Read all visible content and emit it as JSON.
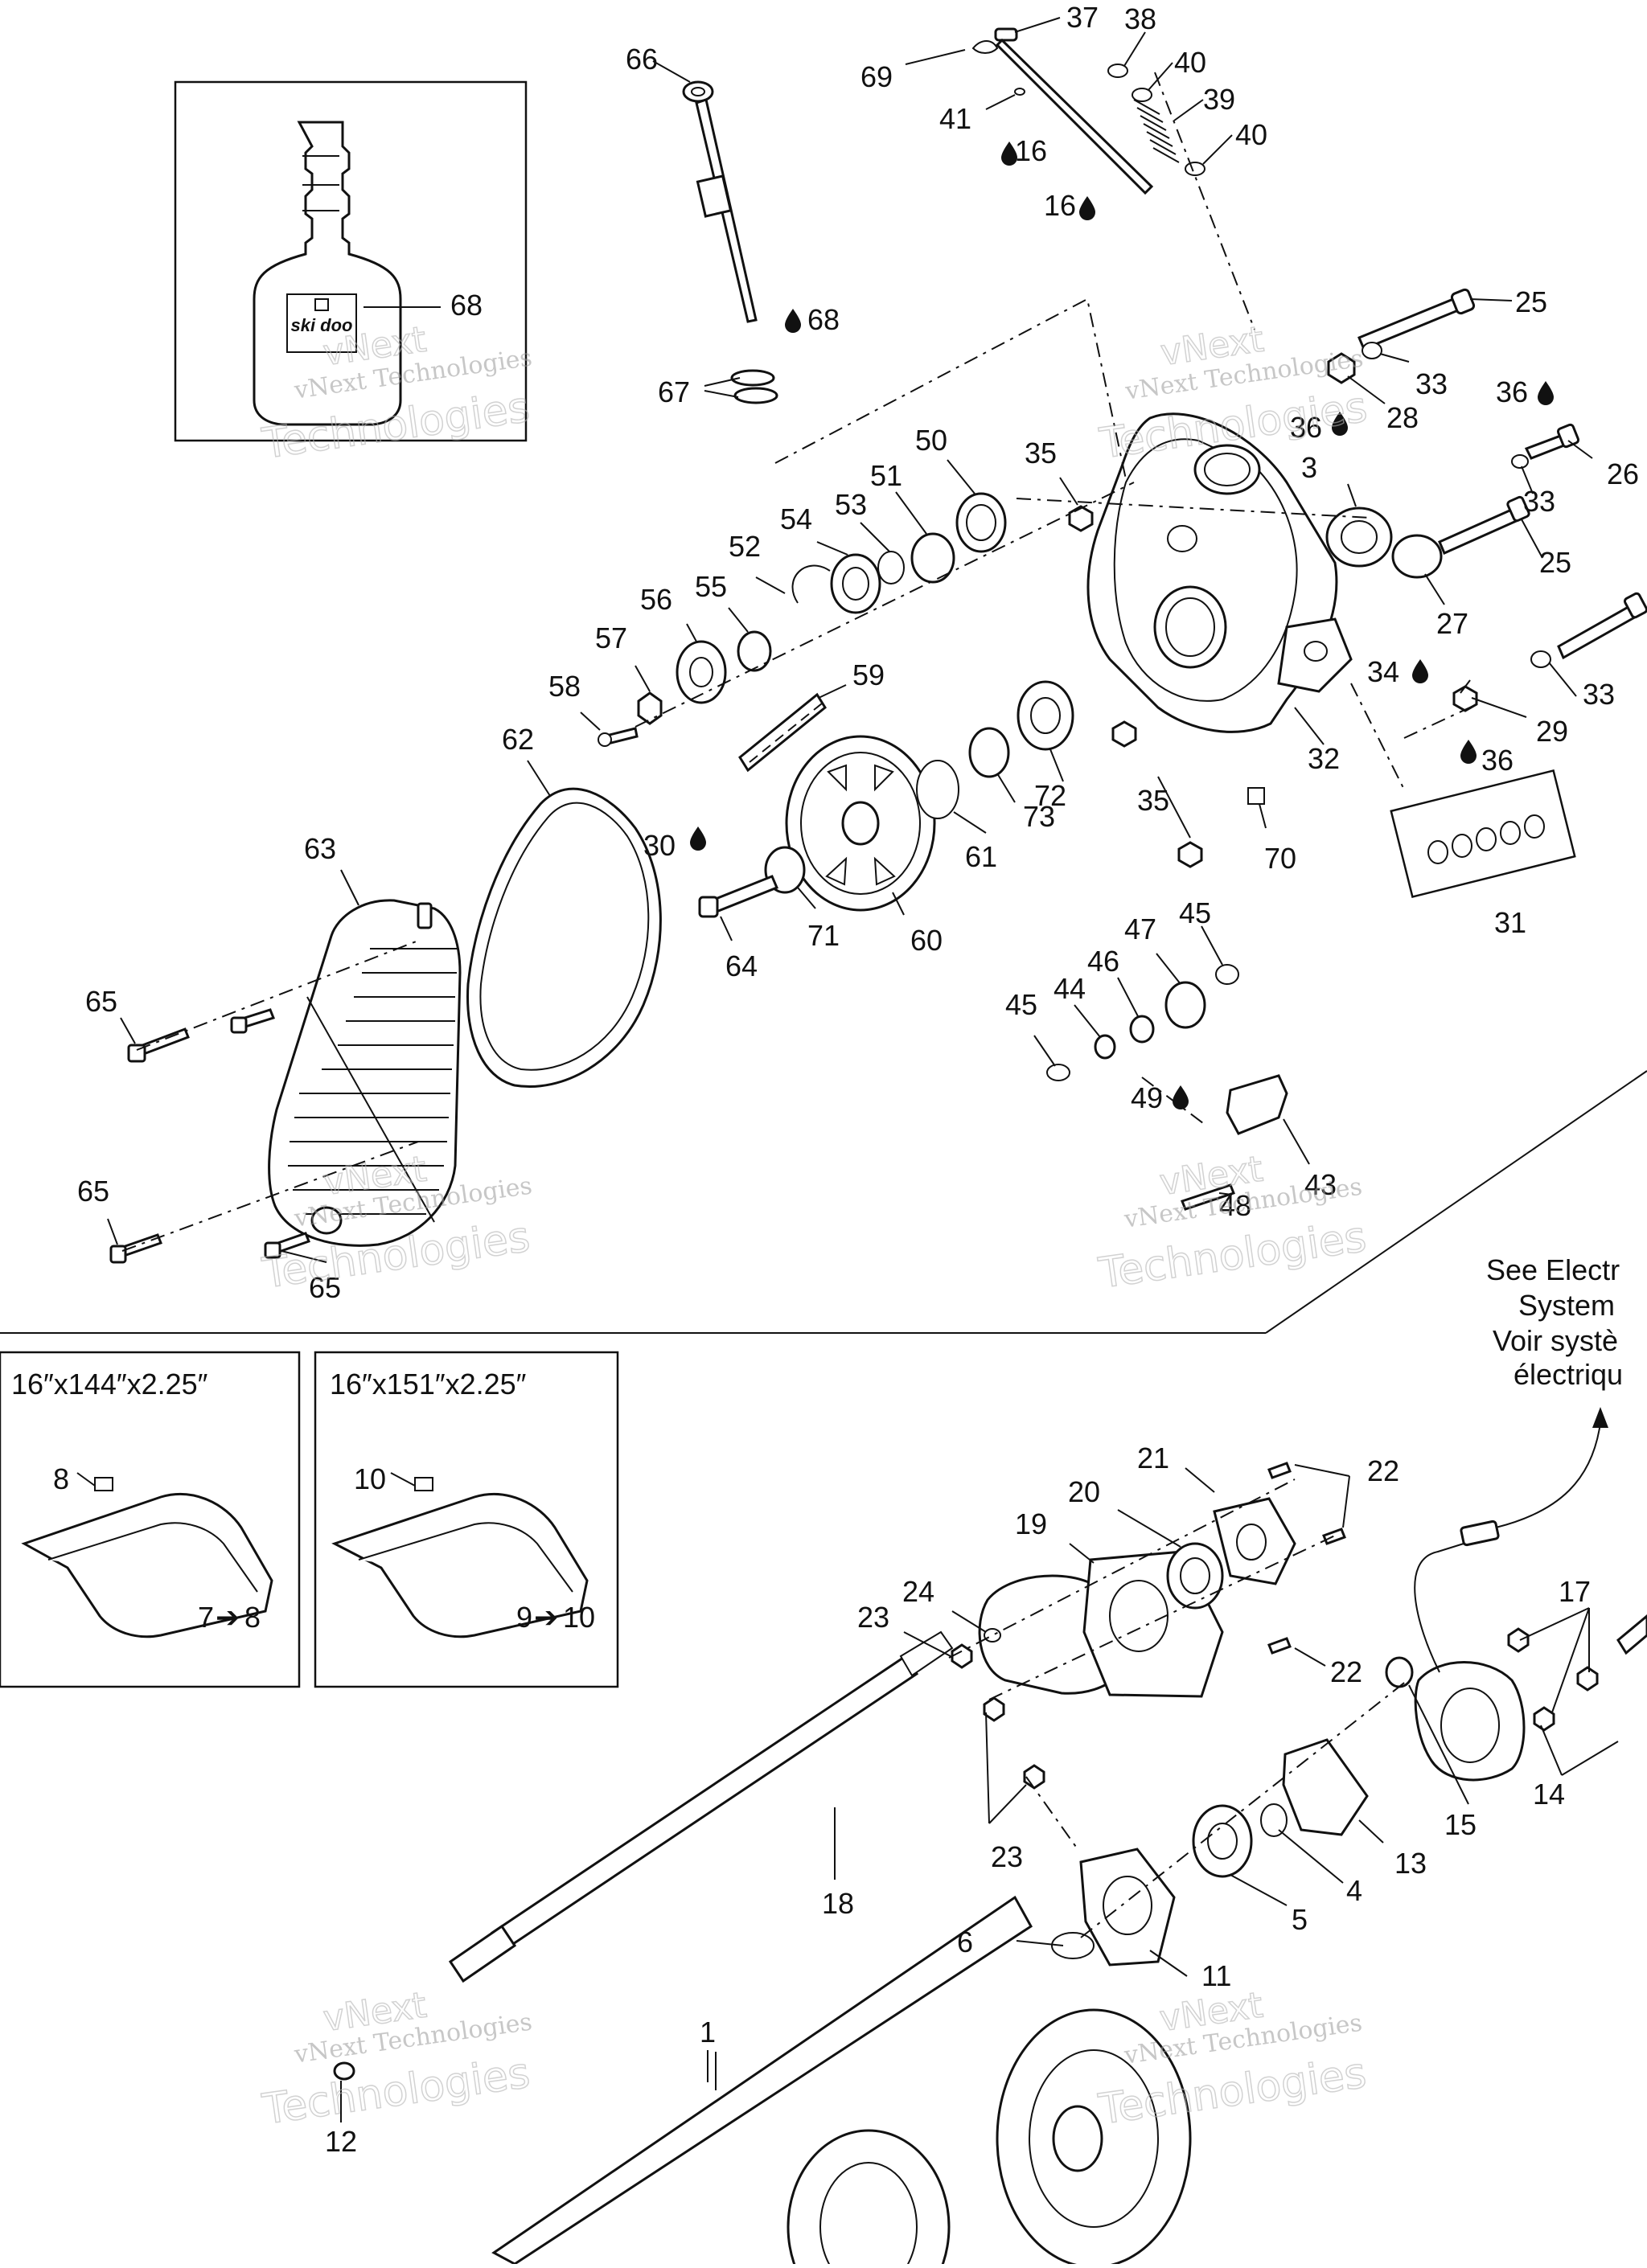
{
  "callouts": [
    {
      "id": "c66",
      "text": "66"
    },
    {
      "id": "c37",
      "text": "37"
    },
    {
      "id": "c38",
      "text": "38"
    },
    {
      "id": "c40a",
      "text": "40"
    },
    {
      "id": "c39",
      "text": "39"
    },
    {
      "id": "c40b",
      "text": "40"
    },
    {
      "id": "c69",
      "text": "69"
    },
    {
      "id": "c41",
      "text": "41"
    },
    {
      "id": "c16a",
      "text": "16"
    },
    {
      "id": "c16b",
      "text": "16"
    },
    {
      "id": "c68a",
      "text": "68"
    },
    {
      "id": "c68b",
      "text": "68"
    },
    {
      "id": "c67",
      "text": "67"
    },
    {
      "id": "c25a",
      "text": "25"
    },
    {
      "id": "c33a",
      "text": "33"
    },
    {
      "id": "c28",
      "text": "28"
    },
    {
      "id": "c36a",
      "text": "36"
    },
    {
      "id": "c36b",
      "text": "36"
    },
    {
      "id": "c26",
      "text": "26"
    },
    {
      "id": "c33b",
      "text": "33"
    },
    {
      "id": "c25b",
      "text": "25"
    },
    {
      "id": "c27",
      "text": "27"
    },
    {
      "id": "c3",
      "text": "3"
    },
    {
      "id": "c35a",
      "text": "35"
    },
    {
      "id": "c50",
      "text": "50"
    },
    {
      "id": "c51",
      "text": "51"
    },
    {
      "id": "c53",
      "text": "53"
    },
    {
      "id": "c54",
      "text": "54"
    },
    {
      "id": "c52",
      "text": "52"
    },
    {
      "id": "c55",
      "text": "55"
    },
    {
      "id": "c56",
      "text": "56"
    },
    {
      "id": "c57",
      "text": "57"
    },
    {
      "id": "c58",
      "text": "58"
    },
    {
      "id": "c59",
      "text": "59"
    },
    {
      "id": "c62",
      "text": "62"
    },
    {
      "id": "c34",
      "text": "34"
    },
    {
      "id": "c33c",
      "text": "33"
    },
    {
      "id": "c29",
      "text": "29"
    },
    {
      "id": "c36c",
      "text": "36"
    },
    {
      "id": "c32",
      "text": "32"
    },
    {
      "id": "c72",
      "text": "72"
    },
    {
      "id": "c73",
      "text": "73"
    },
    {
      "id": "c35b",
      "text": "35"
    },
    {
      "id": "c70",
      "text": "70"
    },
    {
      "id": "c31",
      "text": "31"
    },
    {
      "id": "c61",
      "text": "61"
    },
    {
      "id": "c60",
      "text": "60"
    },
    {
      "id": "c71",
      "text": "71"
    },
    {
      "id": "c64",
      "text": "64"
    },
    {
      "id": "c30",
      "text": "30"
    },
    {
      "id": "c63",
      "text": "63"
    },
    {
      "id": "c65a",
      "text": "65"
    },
    {
      "id": "c65b",
      "text": "65"
    },
    {
      "id": "c65c",
      "text": "65"
    },
    {
      "id": "c47",
      "text": "47"
    },
    {
      "id": "c45a",
      "text": "45"
    },
    {
      "id": "c46",
      "text": "46"
    },
    {
      "id": "c44",
      "text": "44"
    },
    {
      "id": "c45b",
      "text": "45"
    },
    {
      "id": "c49",
      "text": "49"
    },
    {
      "id": "c48",
      "text": "48"
    },
    {
      "id": "c43",
      "text": "43"
    },
    {
      "id": "c21",
      "text": "21"
    },
    {
      "id": "c22a",
      "text": "22"
    },
    {
      "id": "c20",
      "text": "20"
    },
    {
      "id": "c19",
      "text": "19"
    },
    {
      "id": "c24",
      "text": "24"
    },
    {
      "id": "c23a",
      "text": "23"
    },
    {
      "id": "c22b",
      "text": "22"
    },
    {
      "id": "c17",
      "text": "17"
    },
    {
      "id": "c14",
      "text": "14"
    },
    {
      "id": "c15",
      "text": "15"
    },
    {
      "id": "c13",
      "text": "13"
    },
    {
      "id": "c4",
      "text": "4"
    },
    {
      "id": "c5",
      "text": "5"
    },
    {
      "id": "c23b",
      "text": "23"
    },
    {
      "id": "c18",
      "text": "18"
    },
    {
      "id": "c6",
      "text": "6"
    },
    {
      "id": "c11",
      "text": "11"
    },
    {
      "id": "c1",
      "text": "1"
    },
    {
      "id": "c12",
      "text": "12"
    },
    {
      "id": "c8",
      "text": "8"
    },
    {
      "id": "c10",
      "text": "10"
    }
  ],
  "track_boxes": [
    {
      "size": "16″x144″x2.25″",
      "range_from": "7",
      "range_to": "8"
    },
    {
      "size": "16″x151″x2.25″",
      "range_from": "9",
      "range_to": "10"
    }
  ],
  "arrow_glyph": "➔",
  "electrical_note": [
    "See Electr",
    "System",
    "Voir systè",
    "électriqu"
  ],
  "bottle_brand": "ski doo",
  "watermark": {
    "line1": "vNext Technologies",
    "line2a": "vNext",
    "line2b": "Technologies"
  }
}
